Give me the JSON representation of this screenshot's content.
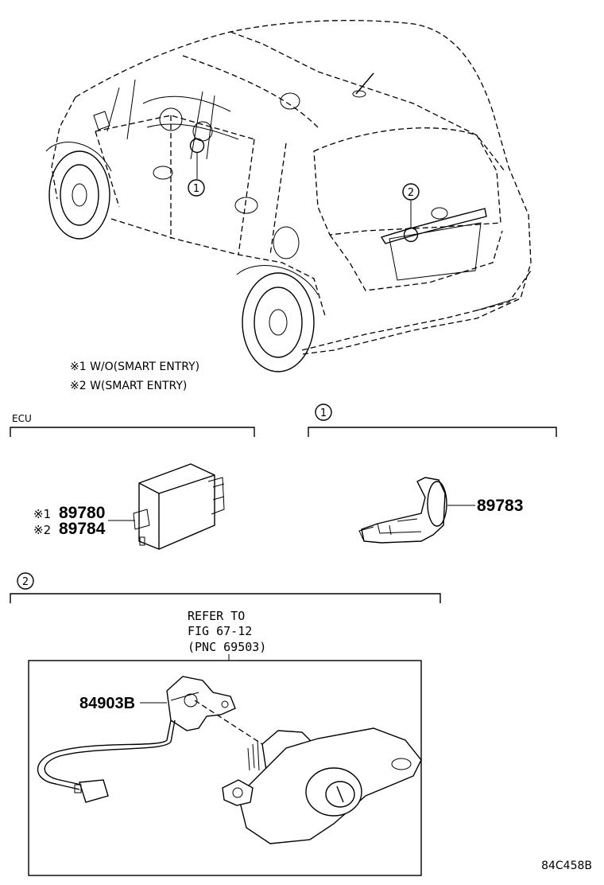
{
  "notes": {
    "note1": "※1 W/O(SMART ENTRY)",
    "note2": "※2 W(SMART ENTRY)"
  },
  "callouts": {
    "car_1": "1",
    "car_2": "2",
    "section_1": "1",
    "section_2": "2"
  },
  "sections": {
    "ecu_title": "ECU"
  },
  "parts": {
    "ecu_pn_1_mark": "※1",
    "ecu_pn_1": "89780",
    "ecu_pn_2_mark": "※2",
    "ecu_pn_2": "89784",
    "sensor_pn": "89783",
    "bracket_pn": "84903B"
  },
  "refer": {
    "line1": "REFER TO",
    "line2": "FIG 67-12",
    "line3": "(PNC 69503)"
  },
  "figure_code": "84C458B"
}
